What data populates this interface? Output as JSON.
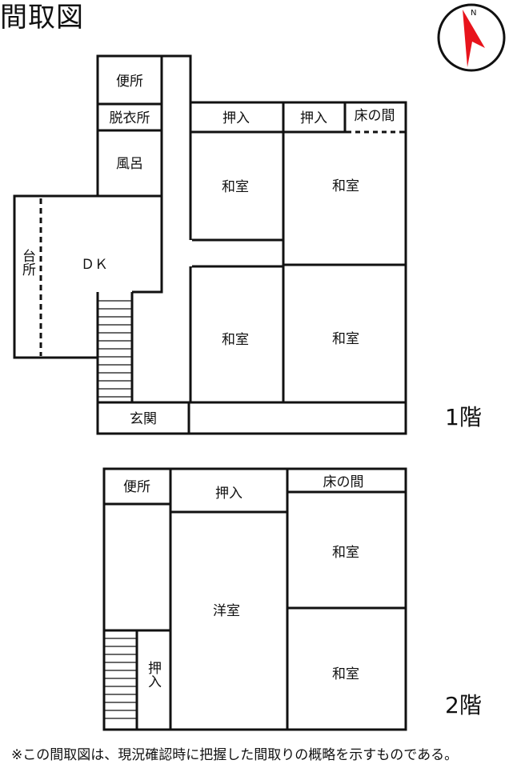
{
  "title": "間取図",
  "compass": {
    "north_label": "N",
    "icon": "compass-north-arrow-icon",
    "arrow_color": "#e8141c"
  },
  "floor1": {
    "label": "1階",
    "rooms": {
      "toilet": "便所",
      "dressing": "脱衣所",
      "bath": "風呂",
      "dk": "ＤＫ",
      "kitchen": "台所",
      "entrance": "玄関",
      "closet_a": "押入",
      "closet_b": "押入",
      "alcove": "床の間",
      "washitsu_1": "和室",
      "washitsu_2": "和室",
      "washitsu_3": "和室",
      "washitsu_4": "和室"
    }
  },
  "floor2": {
    "label": "2階",
    "rooms": {
      "toilet": "便所",
      "closet_top": "押入",
      "alcove": "床の間",
      "washitsu_1": "和室",
      "yoshitsu": "洋室",
      "washitsu_2": "和室",
      "closet_side": "押入"
    }
  },
  "note": "※この間取図は、現況確認時に把握した間取りの概略を示すものである。"
}
